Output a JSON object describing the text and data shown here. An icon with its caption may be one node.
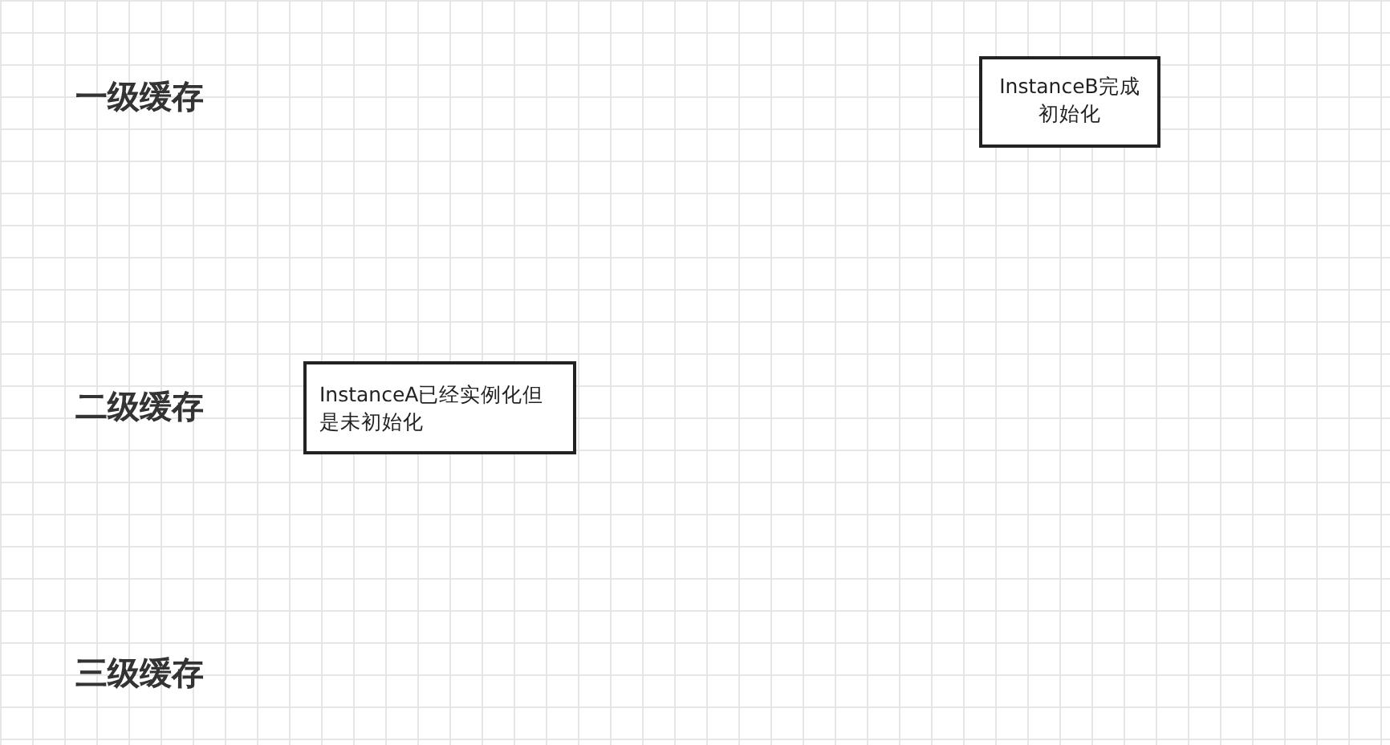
{
  "diagram": {
    "nodes": [
      {
        "text": [
          "InstanceB完成初始化"
        ]
      },
      {
        "text": [
          "InstanceA已经实例化但是未初始化"
        ]
      }
    ],
    "labels": [
      "一级缓存",
      "二级缓存",
      "三级缓存"
    ]
  }
}
